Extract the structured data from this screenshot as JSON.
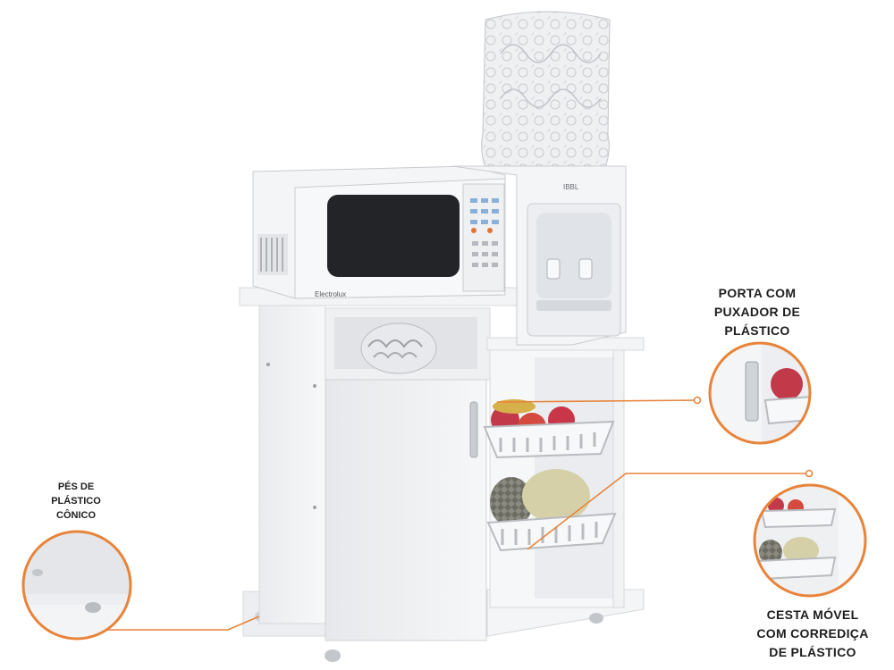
{
  "callouts": {
    "porta": {
      "lines": [
        "PORTA COM",
        "PUXADOR DE",
        "PLÁSTICO"
      ]
    },
    "cesta": {
      "lines": [
        "CESTA MÓVEL",
        "COM CORREDIÇA",
        "DE PLÁSTICO"
      ]
    },
    "pes": {
      "lines": [
        "PÉS DE",
        "PLÁSTICO",
        "CÔNICO"
      ]
    }
  },
  "brands": {
    "microwave": "Electrolux",
    "water_dispenser": "IBBL"
  },
  "colors": {
    "accent": "#e8843a",
    "furniture": "#f1f2f4",
    "furniture_shadow": "#d9dbdf",
    "text": "#1e1e1e"
  }
}
